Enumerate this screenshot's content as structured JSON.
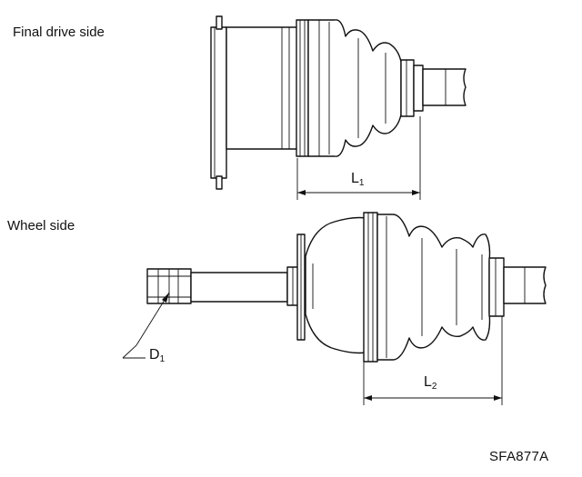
{
  "final_drive_side": {
    "title": "Final drive side",
    "dimension_label": "L",
    "dimension_sub": "1"
  },
  "wheel_side": {
    "title": "Wheel side",
    "dimension_label": "L",
    "dimension_sub": "2",
    "diameter_label": "D",
    "diameter_sub": "1"
  },
  "figure_code": "SFA877A",
  "colors": {
    "ink": "#111111",
    "paper": "#ffffff"
  }
}
